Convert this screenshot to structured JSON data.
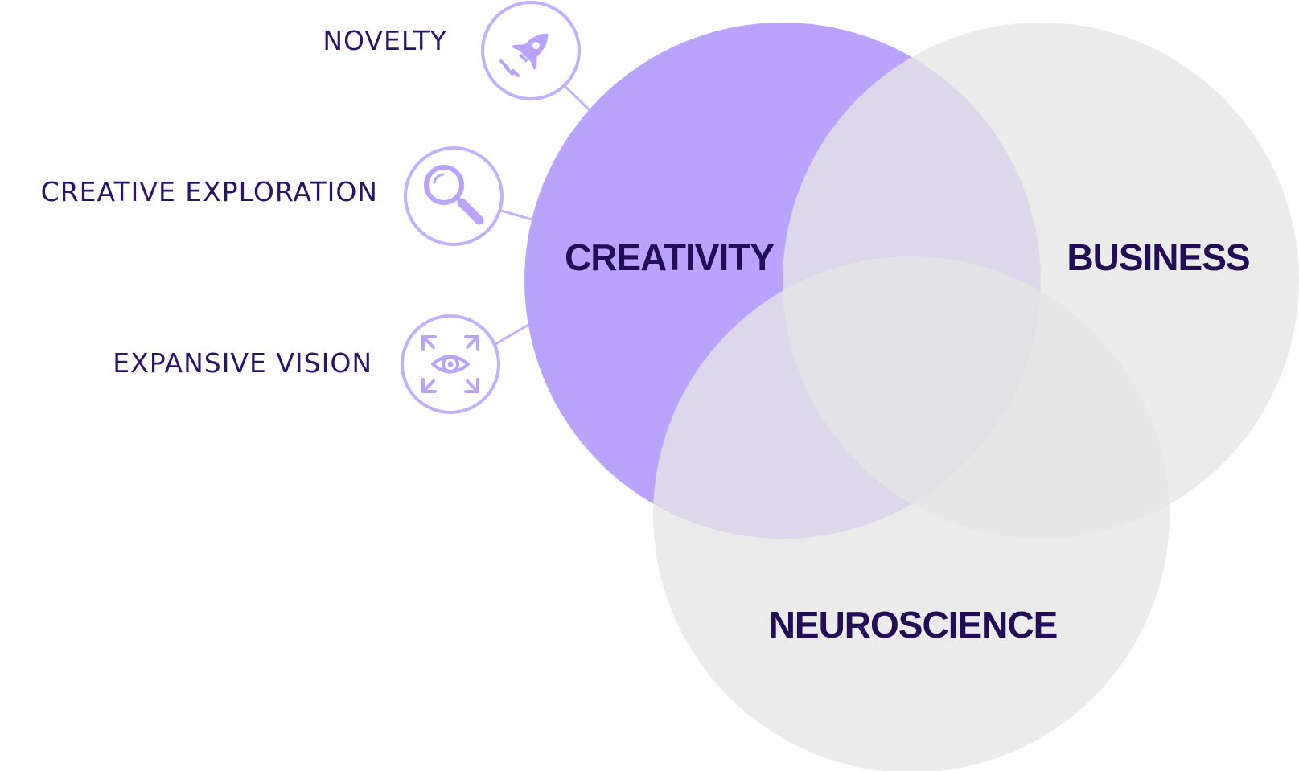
{
  "venn": {
    "creativity": "CREATIVITY",
    "business": "BUSINESS",
    "neuroscience": "NEUROSCIENCE"
  },
  "traits": [
    {
      "label": "NOVELTY",
      "icon": "rocket-icon"
    },
    {
      "label": "CREATIVE EXPLORATION",
      "icon": "magnifier-icon"
    },
    {
      "label": "EXPANSIVE VISION",
      "icon": "eye-expand-icon"
    }
  ],
  "colors": {
    "accent": "#b9a3fc",
    "accent_stroke": "#c3b0fb",
    "neutral_circle": "#e5e5e5",
    "text_dark": "#240d57"
  }
}
